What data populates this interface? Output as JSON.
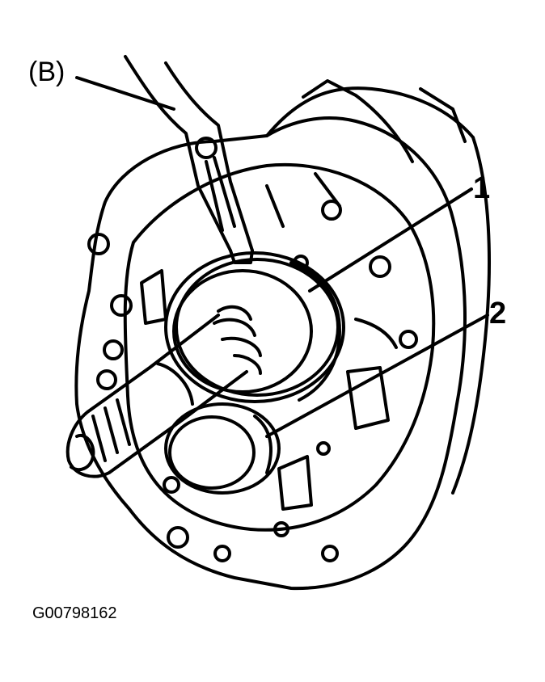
{
  "callouts": {
    "b": "(B)",
    "one": "1",
    "two": "2"
  },
  "figure_id": "G00798162",
  "colors": {
    "ink": "#000000",
    "paper": "#ffffff"
  }
}
